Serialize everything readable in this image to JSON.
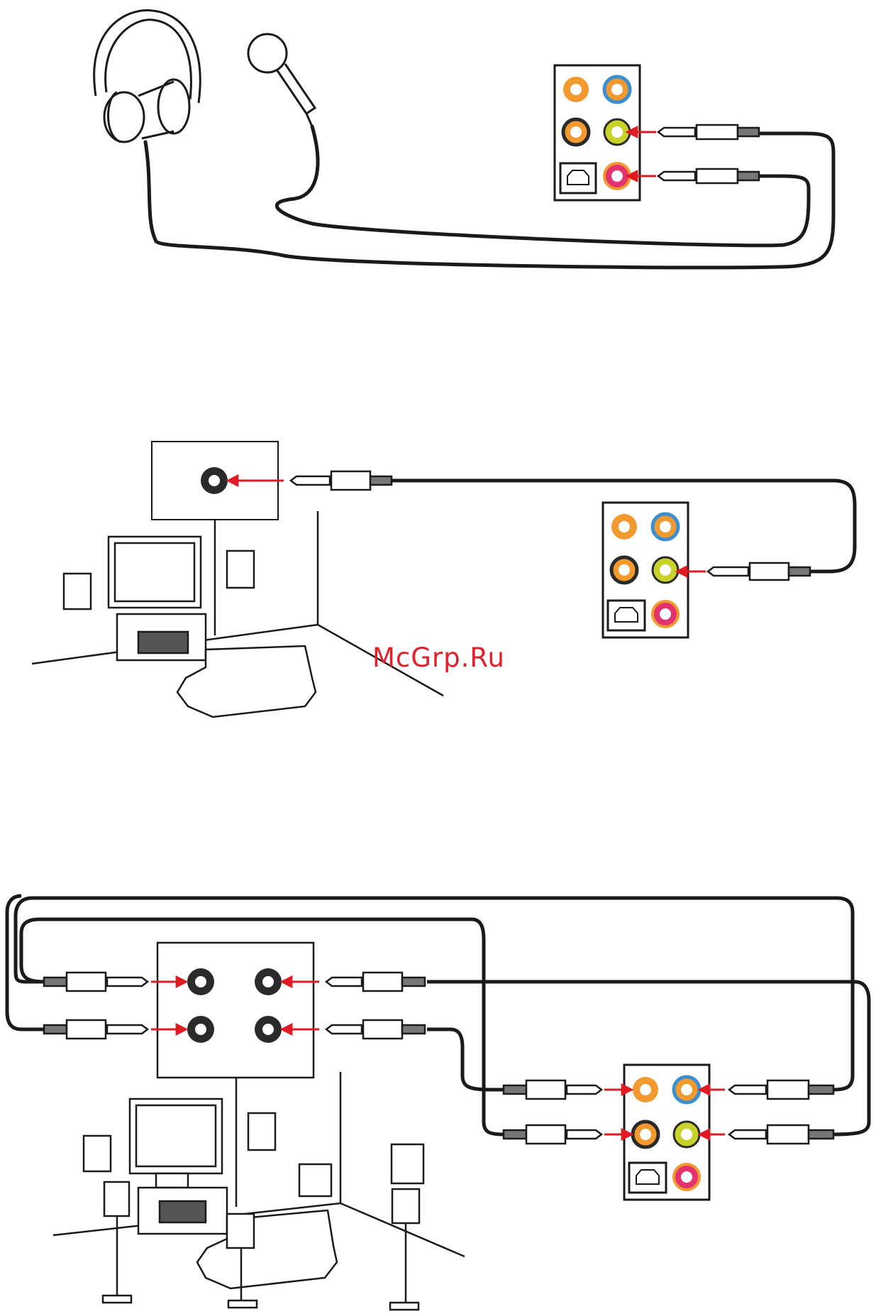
{
  "watermark": "McGrp.Ru",
  "colors": {
    "line": "#1a1a1a",
    "arrow": "#e01b24",
    "jack_orange": "#f29a2e",
    "jack_blue": "#3b8fd0",
    "jack_black": "#2a2a2a",
    "jack_lime": "#c8d22a",
    "jack_pink": "#e2336f"
  },
  "panels": [
    {
      "name": "headphone-mic-panel",
      "jacks": [
        "orange",
        "blue",
        "black",
        "lime",
        "pink",
        "optical"
      ],
      "connected": [
        "lime",
        "pink"
      ]
    },
    {
      "name": "stereo-panel",
      "jacks": [
        "orange",
        "blue",
        "black",
        "lime",
        "pink",
        "optical"
      ],
      "connected": [
        "lime"
      ]
    },
    {
      "name": "surround-panel",
      "jacks": [
        "orange",
        "blue",
        "black",
        "lime",
        "pink",
        "optical"
      ],
      "connected": [
        "orange",
        "blue",
        "black",
        "lime"
      ]
    }
  ],
  "icons": [
    "headphones-icon",
    "microphone-icon",
    "speaker-icon",
    "tv-icon",
    "sofa-icon",
    "amplifier-icon"
  ]
}
